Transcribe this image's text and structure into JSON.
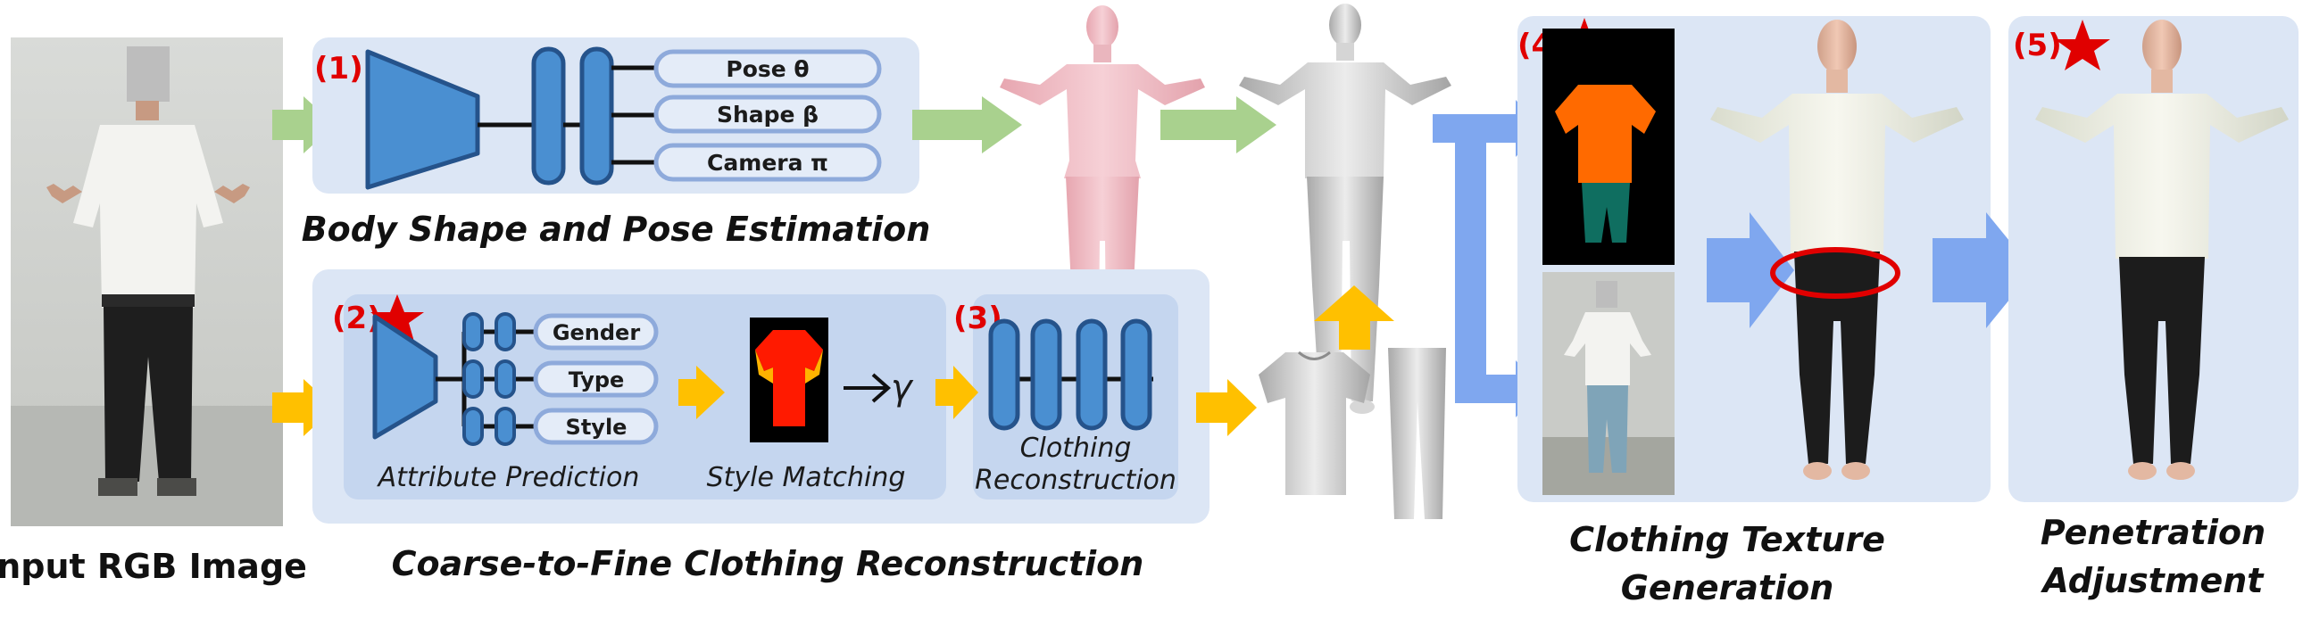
{
  "input": {
    "caption": "Input RGB Image"
  },
  "body_stage": {
    "number": "(1)",
    "outputs": [
      "Pose θ",
      "Shape β",
      "Camera π"
    ],
    "caption": "Body Shape and Pose Estimation"
  },
  "clothing_stage": {
    "caption": "Coarse-to-Fine Clothing Reconstruction",
    "attr_number": "(2)",
    "attributes": [
      "Gender",
      "Type",
      "Style"
    ],
    "attr_caption": "Attribute Prediction",
    "style_caption": "Style Matching",
    "style_symbol": "γ",
    "recon_number": "(3)",
    "recon_caption_line1": "Clothing",
    "recon_caption_line2": "Reconstruction"
  },
  "texture_stage": {
    "number": "(4)",
    "caption_line1": "Clothing Texture",
    "caption_line2": "Generation"
  },
  "penetration_stage": {
    "number": "(5)",
    "caption_line1": "Penetration",
    "caption_line2": "Adjustment"
  },
  "colors": {
    "panel": "#dce6f5",
    "net_blue": "#4a8fd1",
    "green_arrow": "#a9d18e",
    "yellow_arrow": "#ffc000",
    "blue_arrow": "#7fa7ef",
    "highlight": "#e00000"
  },
  "icons": [
    "star-icon",
    "encoder-icon",
    "t-shirt-icon",
    "pants-icon",
    "body-mesh-icon"
  ]
}
